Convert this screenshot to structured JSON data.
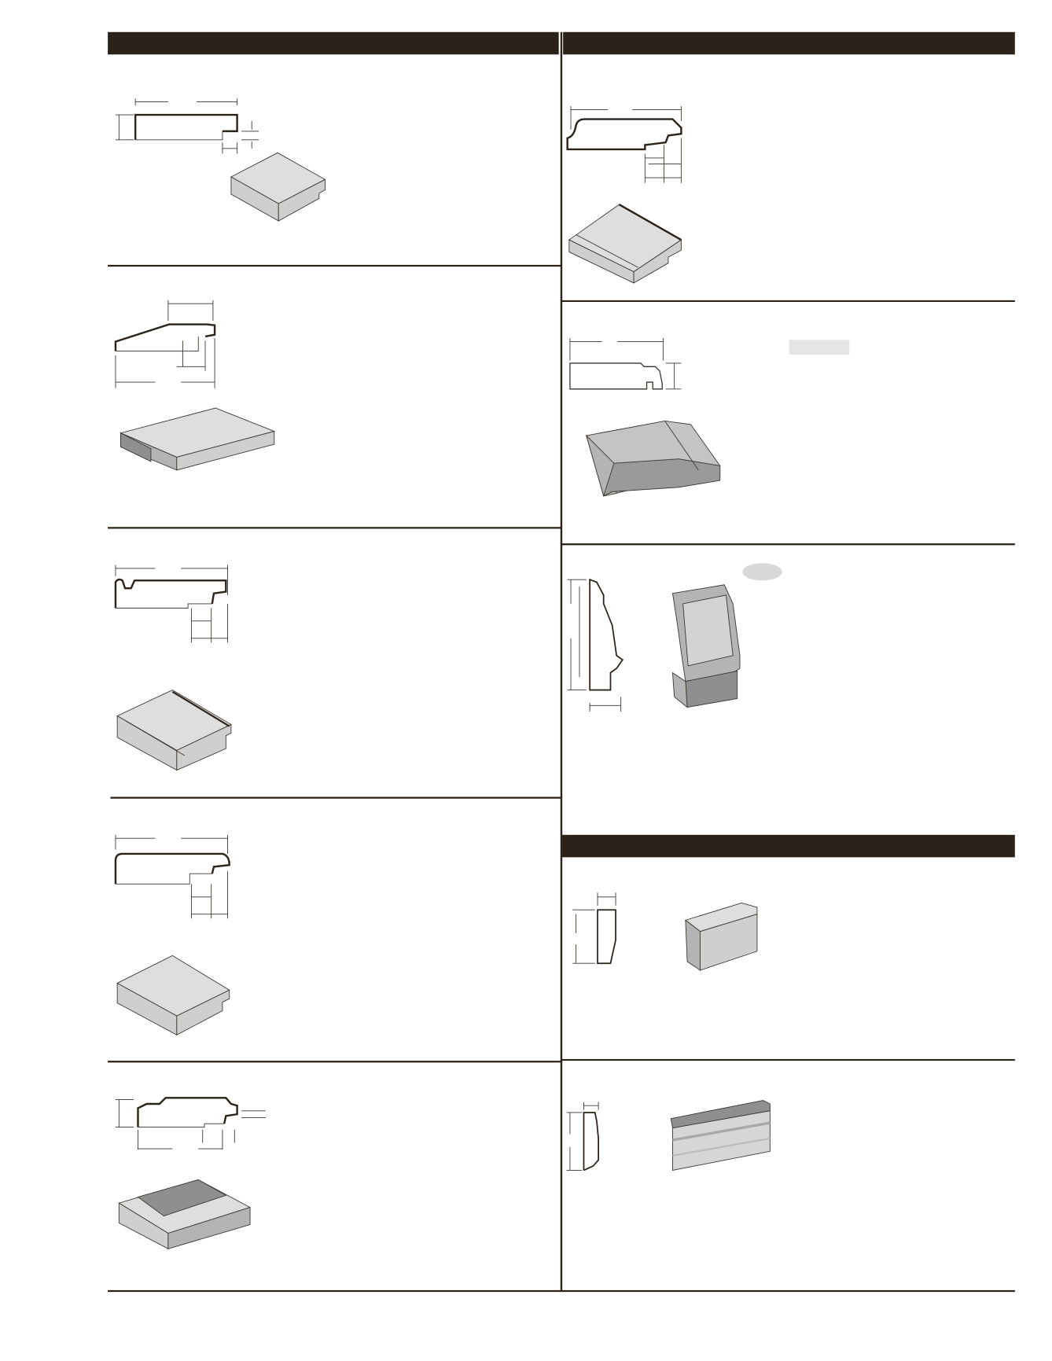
{
  "colors": {
    "header_bar": "#2b231a",
    "rule": "#2b231a",
    "block_light": "#dedede",
    "block_dark": "#8f8f8f"
  },
  "left_column": {
    "panels": [
      "profile-1",
      "profile-2",
      "profile-3",
      "profile-4",
      "profile-5"
    ]
  },
  "right_column": {
    "panels": [
      "profile-6",
      "profile-7",
      "profile-8",
      "profile-9",
      "profile-10"
    ]
  }
}
